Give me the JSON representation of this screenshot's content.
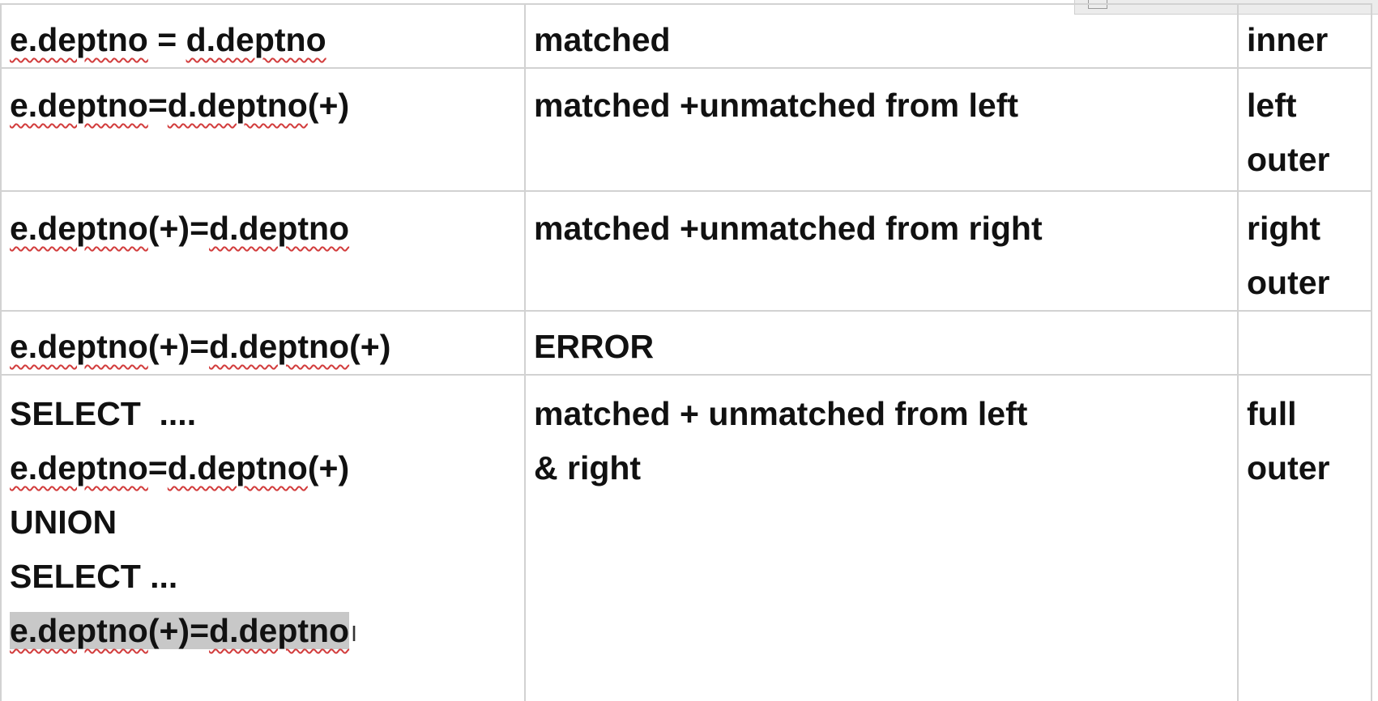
{
  "table": {
    "rows": [
      {
        "condition_lines": [
          [
            "e.deptno",
            " = ",
            "d.deptno"
          ]
        ],
        "description": [
          "matched"
        ],
        "type": [
          "inner"
        ]
      },
      {
        "condition_lines": [
          [
            "e.deptno",
            "=",
            "d.deptno",
            "(+)"
          ]
        ],
        "description": [
          "matched +unmatched from left"
        ],
        "type": [
          "left",
          "outer"
        ]
      },
      {
        "condition_lines": [
          [
            "e.deptno",
            "(+)=",
            "d.deptno"
          ]
        ],
        "description": [
          "matched +unmatched from right"
        ],
        "type": [
          "right",
          "outer"
        ]
      },
      {
        "condition_lines": [
          [
            "e.deptno",
            "(+)=",
            "d.deptno",
            "(+)"
          ]
        ],
        "description": [
          "ERROR"
        ],
        "type": []
      },
      {
        "condition_lines": [
          [
            "SELECT  ...."
          ],
          [
            "e.deptno",
            "=",
            "d.deptno",
            "(+)"
          ],
          [
            "UNION"
          ],
          [
            "SELECT ..."
          ],
          [
            "e.deptno",
            "(+)=",
            "d.deptno"
          ]
        ],
        "description": [
          "matched + unmatched from left",
          "& right"
        ],
        "type": [
          "full",
          "outer"
        ]
      }
    ]
  }
}
